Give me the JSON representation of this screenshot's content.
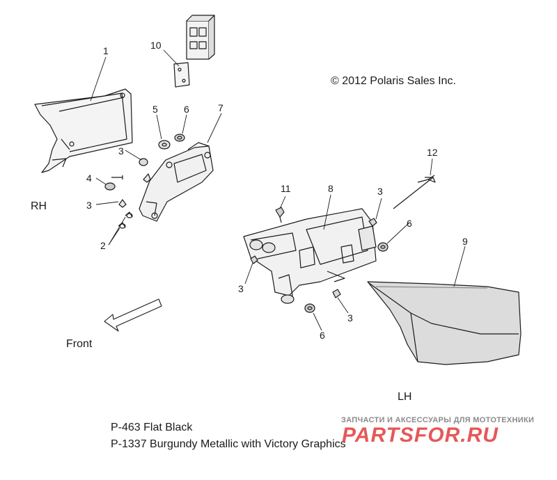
{
  "copyright": "© 2012 Polaris Sales Inc.",
  "side_labels": {
    "rh": "RH",
    "lh": "LH"
  },
  "front_label": "Front",
  "legend": [
    "P-463  Flat Black",
    "P-1337 Burgundy Metallic with Victory Graphics"
  ],
  "watermark": {
    "tagline": "ЗАПЧАСТИ И АКСЕССУАРЫ ДЛЯ МОТОТЕХНИКИ",
    "logo": "PARTSFOR.RU"
  },
  "callouts": [
    "1",
    "10",
    "5",
    "6",
    "7",
    "3",
    "4",
    "3",
    "2",
    "11",
    "8",
    "3",
    "12",
    "6",
    "9",
    "3",
    "3",
    "6"
  ],
  "colors": {
    "line": "#1a1a1a",
    "panel_lh": "#dcdcdc",
    "watermark": "#e23b3b"
  }
}
